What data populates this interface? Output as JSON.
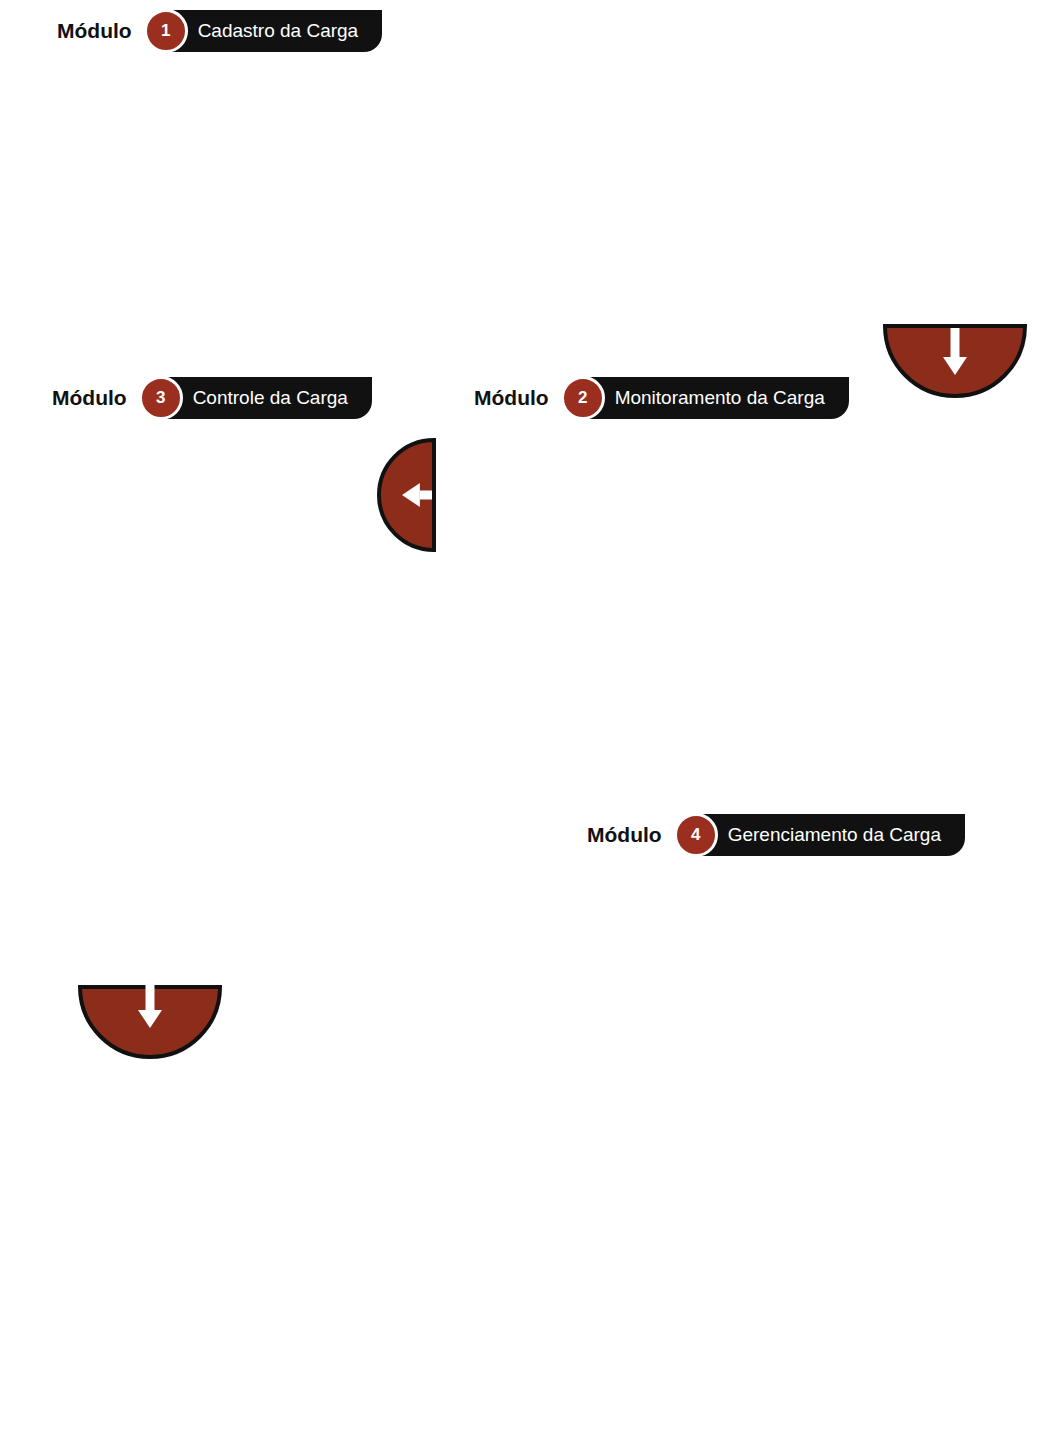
{
  "diagram": {
    "nodes": [
      {
        "text": [
          "Módulo",
          "1",
          "Cadastro da Carga"
        ]
      },
      {
        "text": [
          "Módulo",
          "2",
          "Monitoramento da Carga"
        ]
      },
      {
        "text": [
          "Módulo",
          "3",
          "Controle da Carga"
        ]
      },
      {
        "text": [
          "Módulo",
          "4",
          "Gerenciamento da Carga"
        ]
      }
    ],
    "edges": [
      {
        "from": 0,
        "to": 1,
        "arrow": "to"
      },
      {
        "from": 1,
        "to": 2,
        "arrow": "to"
      },
      {
        "from": 2,
        "to": 3,
        "arrow": "to"
      }
    ]
  }
}
